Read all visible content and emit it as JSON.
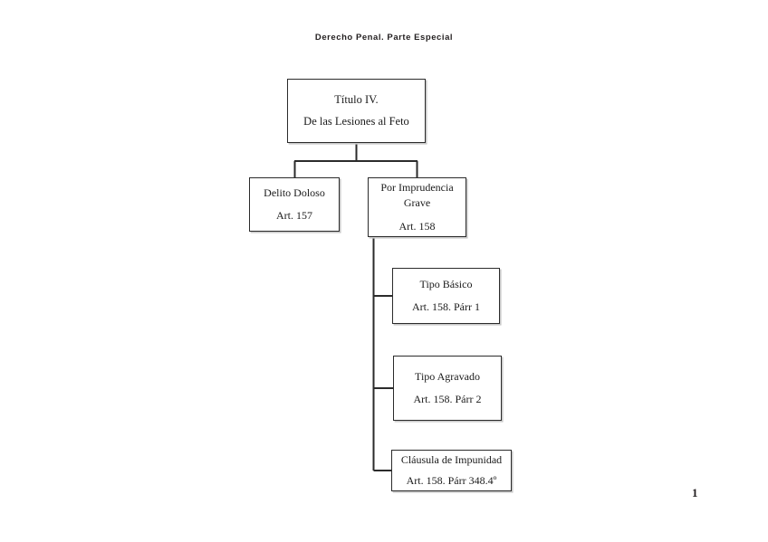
{
  "document": {
    "heading": "Derecho Penal. Parte Especial",
    "page_number": "1"
  },
  "colors": {
    "page_background": "#ffffff",
    "box_border": "#2b2b2b",
    "box_fill": "#ffffff",
    "box_shadow": "#c9c9c9",
    "connector": "#2b2b2b",
    "text": "#1a1a1a",
    "heading_text": "#231f20"
  },
  "diagram": {
    "type": "tree",
    "orientation": "top-down-then-right",
    "nodes": {
      "root": {
        "id": "titulo-iv",
        "line_a": "Título IV.",
        "line_b": "De las Lesiones al Feto"
      },
      "doloso": {
        "id": "delito-doloso",
        "line_a": "Delito Doloso",
        "line_b": "Art. 157"
      },
      "imprudencia": {
        "id": "por-imprudencia-grave",
        "line_a": "Por Imprudencia",
        "line_b": "Grave",
        "line_c": "Art. 158"
      },
      "basico": {
        "id": "tipo-basico",
        "line_a": "Tipo Básico",
        "line_b": "Art. 158. Párr 1"
      },
      "agravado": {
        "id": "tipo-agravado",
        "line_a": "Tipo Agravado",
        "line_b": "Art. 158. Párr 2"
      },
      "clausula": {
        "id": "clausula-de-impunidad",
        "line_a": "Cláusula de Impunidad",
        "line_b": "Art. 158. Párr 348.4º"
      }
    },
    "edges": [
      {
        "from": "titulo-iv",
        "to": "delito-doloso"
      },
      {
        "from": "titulo-iv",
        "to": "por-imprudencia-grave"
      },
      {
        "from": "por-imprudencia-grave",
        "to": "tipo-basico"
      },
      {
        "from": "por-imprudencia-grave",
        "to": "tipo-agravado"
      },
      {
        "from": "por-imprudencia-grave",
        "to": "clausula-de-impunidad"
      }
    ]
  }
}
